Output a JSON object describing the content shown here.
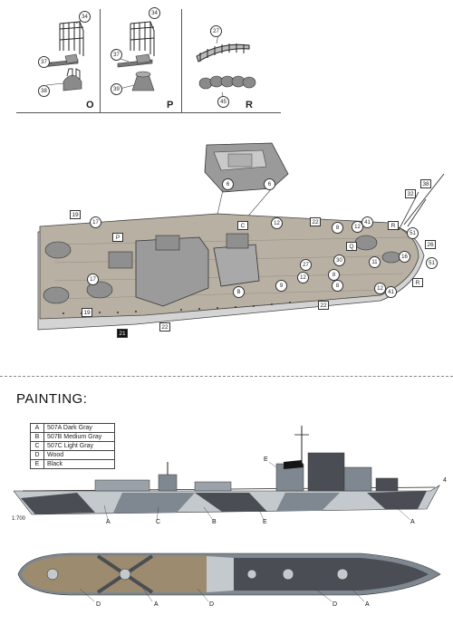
{
  "panels": [
    {
      "letter": "O",
      "parts": [
        "34",
        "37",
        "38"
      ]
    },
    {
      "letter": "P",
      "parts": [
        "34",
        "37",
        "39"
      ]
    },
    {
      "letter": "R",
      "parts": [
        "27",
        "45"
      ]
    }
  ],
  "deck_callouts": [
    "6",
    "6",
    "19",
    "17",
    "P",
    "17",
    "19",
    "21",
    "22",
    "C",
    "B",
    "12",
    "22",
    "9",
    "12",
    "27",
    "22",
    "8",
    "12",
    "41",
    "R",
    "30",
    "8",
    "8",
    "11",
    "16",
    "12",
    "41",
    "51",
    "26",
    "51",
    "R",
    "32",
    "38",
    "Q"
  ],
  "painting": {
    "title": "PAINTING:",
    "colors": [
      {
        "code": "A",
        "name": "507A Dark Gray",
        "hex": "#4a4e54"
      },
      {
        "code": "B",
        "name": "507B Medium Gray",
        "hex": "#7f8790"
      },
      {
        "code": "C",
        "name": "507C Light Gray",
        "hex": "#c4c9ce"
      },
      {
        "code": "D",
        "name": "Wood",
        "hex": "#9c8b6e"
      },
      {
        "code": "E",
        "name": "Black",
        "hex": "#151515"
      }
    ],
    "scale": "1:700",
    "profile_labels": [
      "E",
      "A",
      "C",
      "B",
      "E",
      "A"
    ],
    "top_labels": [
      "D",
      "A",
      "D",
      "D",
      "A"
    ]
  },
  "page_number": "4"
}
